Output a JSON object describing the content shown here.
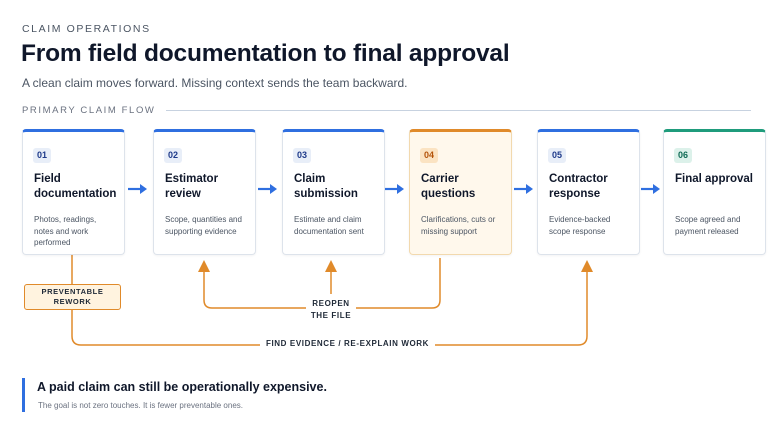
{
  "header": {
    "eyebrow": "CLAIM OPERATIONS",
    "title": "From field documentation to final approval",
    "subtitle": "A clean claim moves forward. Missing context sends the team backward."
  },
  "flow": {
    "label": "PRIMARY CLAIM FLOW",
    "steps": [
      {
        "num": "01",
        "name": "Field documentation",
        "desc": "Photos, readings, notes and work performed"
      },
      {
        "num": "02",
        "name": "Estimator review",
        "desc": "Scope, quantities and supporting evidence"
      },
      {
        "num": "03",
        "name": "Claim submission",
        "desc": "Estimate and claim documentation sent"
      },
      {
        "num": "04",
        "name": "Carrier questions",
        "desc": "Clarifications, cuts or missing support"
      },
      {
        "num": "05",
        "name": "Contractor response",
        "desc": "Evidence-backed scope response"
      },
      {
        "num": "06",
        "name": "Final approval",
        "desc": "Scope agreed and payment released"
      }
    ]
  },
  "loops": {
    "tag": "PREVENTABLE REWORK",
    "reopen": "REOPEN THE FILE",
    "find": "FIND EVIDENCE / RE-EXPLAIN WORK"
  },
  "note": {
    "title": "A paid claim can still be operationally expensive.",
    "body": "The goal is not zero touches. It is fewer preventable ones."
  },
  "colors": {
    "accent": "#2f6fe0",
    "warning": "#e08a2a",
    "success": "#1f9c7c"
  }
}
